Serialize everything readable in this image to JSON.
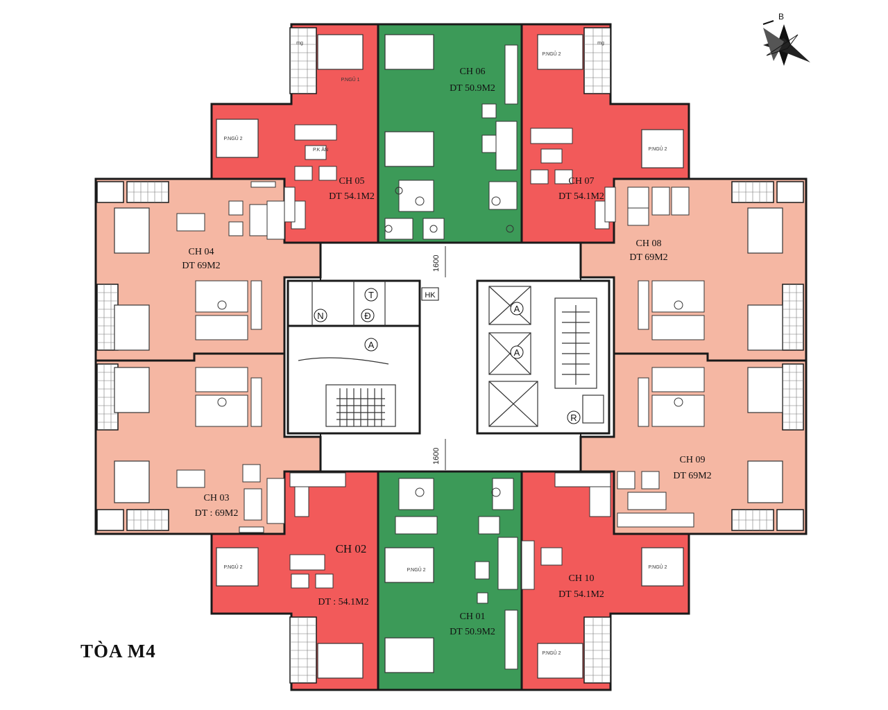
{
  "title": "TÒA M4",
  "compass_label": "B",
  "colors": {
    "red": "#f25a5a",
    "salmon": "#f5b7a3",
    "green": "#3c9a58",
    "wall": "#1a1a1a",
    "balcony": "#ffffff",
    "core": "#ffffff"
  },
  "units": [
    {
      "code": "CH 01",
      "area": "DT 50.9M2",
      "color": "green"
    },
    {
      "code": "CH 02",
      "area": "DT : 54.1M2",
      "color": "red"
    },
    {
      "code": "CH 03",
      "area": "DT : 69M2",
      "color": "salmon"
    },
    {
      "code": "CH 04",
      "area": "DT 69M2",
      "color": "salmon"
    },
    {
      "code": "CH 05",
      "area": "DT 54.1M2",
      "color": "red"
    },
    {
      "code": "CH 06",
      "area": "DT 50.9M2",
      "color": "green"
    },
    {
      "code": "CH 07",
      "area": "DT 54.1M2",
      "color": "red"
    },
    {
      "code": "CH 08",
      "area": "DT 69M2",
      "color": "salmon"
    },
    {
      "code": "CH 09",
      "area": "DT 69M2",
      "color": "salmon"
    },
    {
      "code": "CH 10",
      "area": "DT 54.1M2",
      "color": "red"
    }
  ],
  "core_symbols": {
    "technical": "T",
    "electric": "Đ",
    "water": "N",
    "hk": "HK",
    "stair_a": "A",
    "lift_a": "A",
    "refuse": "R"
  },
  "dimensions": [
    "1600",
    "1600"
  ],
  "room_labels": {
    "bedroom_1": "P.NGỦ 1",
    "bedroom_2": "P.NGỦ 2",
    "living": "P.K ĂN",
    "logia": "mg"
  }
}
